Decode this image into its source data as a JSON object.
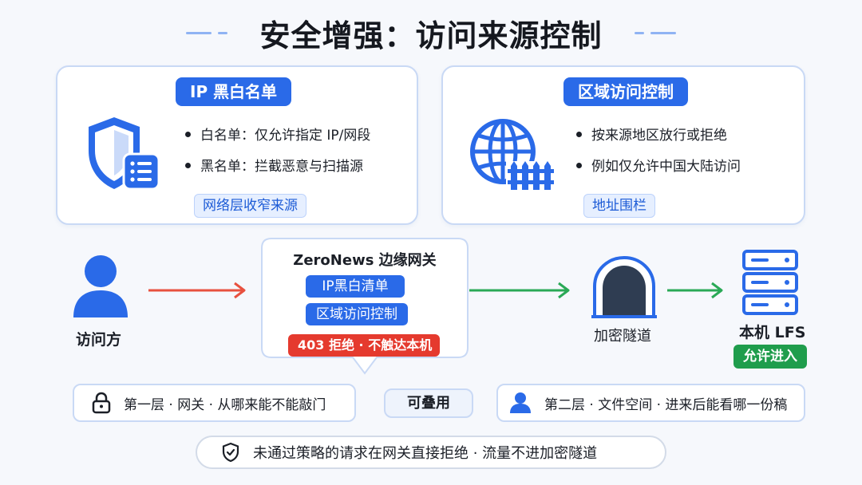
{
  "title": "安全增强：访问来源控制",
  "colors": {
    "primary": "#2a6ae8",
    "deny_red": "#e53a2e",
    "allow_green": "#1f9d4c",
    "card_border": "#c9d9f5",
    "arrow_red": "#e8513f",
    "arrow_green": "#2aa956"
  },
  "ip_card": {
    "title": "IP 黑白名单",
    "icon": "shield-list-icon",
    "bullets": [
      "白名单：仅允许指定 IP/网段",
      "黑名单：拦截恶意与扫描源"
    ],
    "tag": "网络层收窄来源"
  },
  "region_card": {
    "title": "区域访问控制",
    "icon": "globe-fence-icon",
    "bullets": [
      "按来源地区放行或拒绝",
      "例如仅允许中国大陆访问"
    ],
    "tag": "地址围栏"
  },
  "flow": {
    "visitor": {
      "label": "访问方",
      "icon": "user-icon"
    },
    "gateway": {
      "title": "ZeroNews 边缘网关",
      "checks": [
        "IP黑白清单",
        "区域访问控制"
      ],
      "deny": "403 拒绝 · 不触达本机"
    },
    "tunnel": {
      "label": "加密隧道",
      "icon": "tunnel-icon"
    },
    "server": {
      "label": "本机 LFS",
      "icon": "server-icon",
      "tag": "允许进入"
    }
  },
  "layers": {
    "first": {
      "icon": "lock-icon",
      "text": "第一层 · 网关 · 从哪来能不能敲门"
    },
    "combine": "可叠用",
    "second": {
      "icon": "person-icon",
      "text": "第二层 · 文件空间 · 进来后能看哪一份稿"
    }
  },
  "footer": {
    "icon": "shield-check-icon",
    "text": "未通过策略的请求在网关直接拒绝 · 流量不进加密隧道"
  }
}
